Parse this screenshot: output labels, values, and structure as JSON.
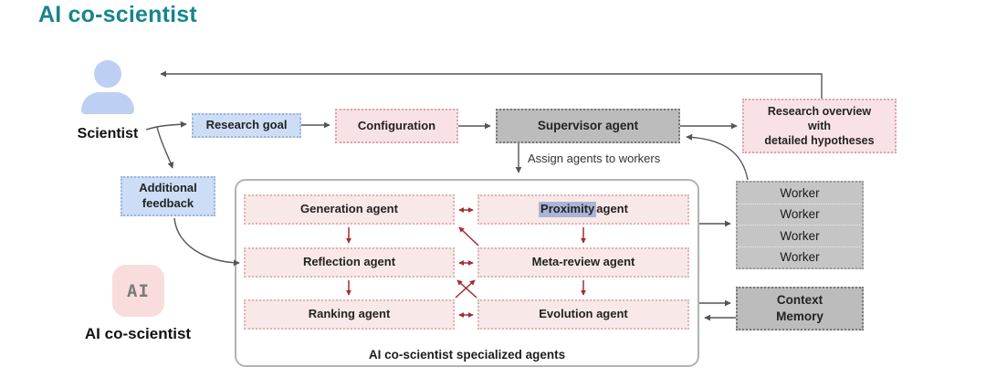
{
  "page": {
    "title": "AI co-scientist"
  },
  "colors": {
    "accent_teal": "#17858f",
    "box_blue": "#cdddf6",
    "box_pink": "#f9e2e5",
    "box_agent_pink": "#f9e8e8",
    "box_gray": "#bcbcbc",
    "arrow_gray": "#555555",
    "arrow_red": "#a22d31",
    "highlight_blue": "#a9b4d6",
    "person_blue": "#bdcff2",
    "ai_badge_pink": "#f9dcdc"
  },
  "actors": {
    "scientist": {
      "label": "Scientist"
    },
    "ai": {
      "badge": "AI",
      "label": "AI co-scientist"
    }
  },
  "nodes": {
    "research_goal": {
      "label": "Research goal"
    },
    "configuration": {
      "label": "Configuration"
    },
    "supervisor": {
      "label": "Supervisor agent"
    },
    "research_overview": {
      "lines": [
        "Research overview",
        "with",
        "detailed hypotheses"
      ]
    },
    "additional_feedback": {
      "lines": [
        "Additional",
        "feedback"
      ]
    },
    "context_memory": {
      "lines": [
        "Context",
        "Memory"
      ]
    },
    "workers": {
      "rows": [
        "Worker",
        "Worker",
        "Worker",
        "Worker"
      ]
    }
  },
  "agents": {
    "generation": {
      "label": "Generation agent"
    },
    "proximity": {
      "word": "Proximity",
      "rest": " agent"
    },
    "reflection": {
      "label": "Reflection agent"
    },
    "meta_review": {
      "label": "Meta-review agent"
    },
    "ranking": {
      "label": "Ranking agent"
    },
    "evolution": {
      "label": "Evolution agent"
    }
  },
  "annotations": {
    "assign": "Assign agents to workers",
    "container_label": "AI co-scientist specialized agents"
  }
}
